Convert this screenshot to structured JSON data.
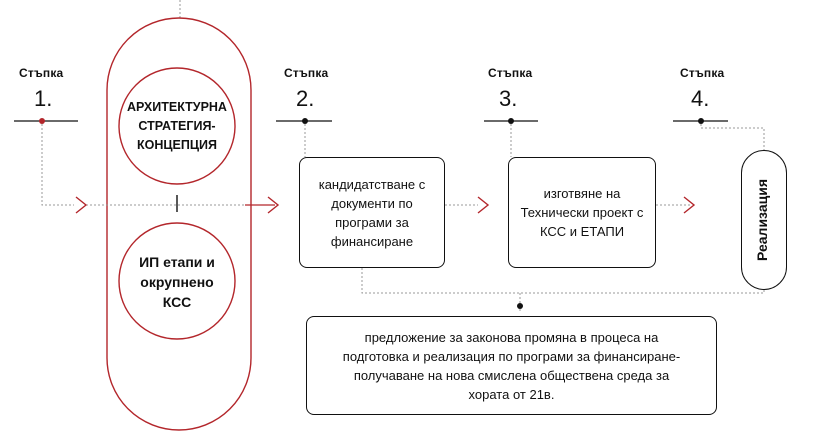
{
  "steps": [
    {
      "word": "Стъпка",
      "number": "1."
    },
    {
      "word": "Стъпка",
      "number": "2."
    },
    {
      "word": "Стъпка",
      "number": "3."
    },
    {
      "word": "Стъпка",
      "number": "4."
    }
  ],
  "circles": {
    "top": "АРХИТЕКТУРНА СТРАТЕГИЯ- КОНЦЕПЦИЯ",
    "bottom": "ИП етапи и окрупнено КСС"
  },
  "boxes": {
    "step2": "кандидатстване с документи по програми за финансиране",
    "step3": "изготвяне на Технически проект с КСС и ЕТАПИ",
    "step4": "Реализация",
    "bottom": "предложение за законова промяна в процеса на подготовка и реализация по програми за финансиране- получаване на нова смислена обществена среда за хората от 21в."
  },
  "colors": {
    "accent": "#b3262b",
    "line": "#111111",
    "dotted": "#9a9a9a"
  }
}
